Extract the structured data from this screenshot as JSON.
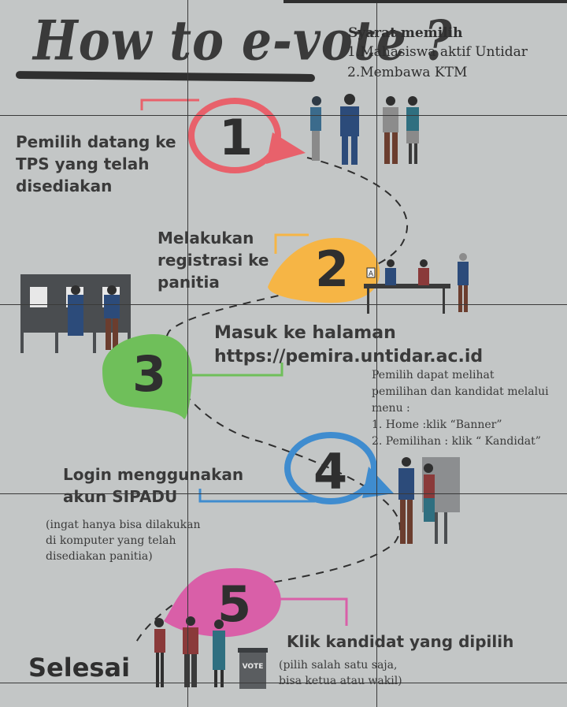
{
  "title": "How to e-vote ?",
  "requirements": {
    "heading": "Syarat memilih",
    "items": [
      "1.Mahasiswa aktif Untidar",
      "2.Membawa KTM"
    ]
  },
  "steps": [
    {
      "number": "1",
      "text_lines": [
        "Pemilih datang ke",
        "TPS yang telah",
        "disediakan"
      ],
      "color": "#e8616b"
    },
    {
      "number": "2",
      "text_lines": [
        "Melakukan",
        "registrasi ke",
        "panitia"
      ],
      "color": "#f6b545"
    },
    {
      "number": "3",
      "text_lines": [
        "Masuk ke halaman",
        "https://pemira.untidar.ac.id"
      ],
      "color": "#6fbf5a",
      "note_lines": [
        "Pemilih dapat melihat",
        "pemilihan dan kandidat melalui",
        "menu :",
        "1. Home :klik “Banner”",
        "2. Pemilihan : klik “ Kandidat”"
      ]
    },
    {
      "number": "4",
      "text_lines": [
        "Login menggunakan",
        "akun SIPADU"
      ],
      "color": "#3f8ccf",
      "note_lines": [
        "(ingat hanya bisa dilakukan",
        "di komputer yang telah",
        "disediakan panitia)"
      ]
    },
    {
      "number": "5",
      "text_lines": [
        "Klik kandidat yang dipilih"
      ],
      "color": "#d95fa8",
      "note_lines": [
        "(pilih salah satu saja,",
        "bisa ketua atau wakil)"
      ]
    }
  ],
  "finish": "Selesai",
  "ballot_box_label": "VOTE",
  "booth_sign": "A"
}
